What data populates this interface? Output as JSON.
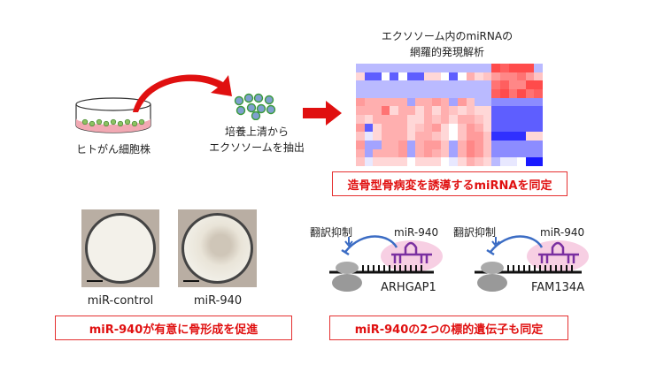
{
  "step1": {
    "label": "ヒトがん細胞株"
  },
  "step2": {
    "line1": "培養上清から",
    "line2": "エクソソームを抽出"
  },
  "step3": {
    "title_line1": "エクソソーム内のmiRNAの",
    "title_line2": "網羅的発現解析"
  },
  "result_boxes": {
    "heatmap_result": "造骨型骨病変を誘導するmiRNAを同定",
    "bone_result": "miR-940が有意に骨形成を促進",
    "target_result": "miR-940の2つの標的遺伝子も同定"
  },
  "photos": [
    {
      "label": "miR-control"
    },
    {
      "label": "miR-940"
    }
  ],
  "targets": [
    {
      "repression_label": "翻訳抑制",
      "mirna": "miR-940",
      "gene": "ARHGAP1"
    },
    {
      "repression_label": "翻訳抑制",
      "mirna": "miR-940",
      "gene": "FAM134A"
    }
  ],
  "colors": {
    "accent_red": "#e01010",
    "mirna_purple": "#7a2fa0",
    "arrow_blue": "#3b6cc4",
    "highlight_pink": "#f7cfe3"
  },
  "chart_data": {
    "type": "heatmap",
    "rows": 12,
    "cols": 22,
    "scale": [
      -1,
      1
    ],
    "values": [
      [
        -0.3,
        -0.3,
        -0.3,
        -0.3,
        -0.3,
        -0.3,
        -0.3,
        -0.3,
        -0.3,
        -0.3,
        -0.3,
        -0.3,
        -0.3,
        -0.3,
        -0.3,
        -0.3,
        0.9,
        0.8,
        0.9,
        0.9,
        0.9,
        -0.3
      ],
      [
        0.2,
        -0.7,
        -0.7,
        0,
        -0.7,
        0,
        -0.7,
        -0.7,
        0.2,
        0.2,
        0,
        -0.7,
        0,
        0.4,
        0.2,
        0.3,
        0.5,
        0.6,
        0.6,
        0.7,
        0.5,
        0.3
      ],
      [
        -0.3,
        -0.3,
        -0.3,
        -0.3,
        -0.3,
        -0.3,
        -0.3,
        -0.3,
        -0.3,
        -0.3,
        -0.3,
        -0.3,
        -0.3,
        -0.3,
        -0.3,
        -0.3,
        0.7,
        0.8,
        0.6,
        0.6,
        0.9,
        0.9
      ],
      [
        -0.3,
        -0.3,
        -0.3,
        -0.3,
        -0.3,
        -0.3,
        -0.3,
        -0.3,
        -0.3,
        -0.3,
        -0.3,
        -0.3,
        -0.3,
        -0.3,
        -0.3,
        -0.3,
        0.8,
        0.9,
        0.7,
        0.9,
        0.7,
        0.8
      ],
      [
        0.5,
        0.4,
        0.4,
        0.4,
        0.4,
        0.4,
        -0.4,
        0.4,
        0.4,
        0.5,
        0.4,
        -0.4,
        0.5,
        0.3,
        -0.3,
        -0.3,
        -0.5,
        -0.5,
        -0.5,
        -0.5,
        -0.5,
        -0.5
      ],
      [
        0.4,
        0.4,
        0.4,
        0.7,
        0.2,
        0.4,
        0.4,
        0.2,
        0.4,
        0.2,
        0.4,
        0.3,
        0.2,
        0.3,
        0.2,
        0.2,
        -0.7,
        -0.7,
        -0.7,
        -0.7,
        -0.7,
        -0.7
      ],
      [
        0.3,
        0.2,
        0.4,
        0.4,
        0.4,
        0.4,
        0.2,
        0.2,
        0.4,
        0.3,
        0.4,
        0.2,
        0.4,
        0.4,
        0.3,
        0.2,
        -0.7,
        -0.7,
        -0.7,
        -0.7,
        -0.7,
        -0.7
      ],
      [
        0.5,
        -0.7,
        0.2,
        0.4,
        0.4,
        0.4,
        0.2,
        0.3,
        0.4,
        0.5,
        0.2,
        0,
        0.3,
        0.5,
        0.4,
        0.2,
        -0.7,
        -0.7,
        -0.7,
        -0.7,
        -0.7,
        -0.7
      ],
      [
        0.3,
        -0.1,
        0.2,
        0.4,
        0.4,
        0.4,
        0.2,
        0.4,
        0.4,
        0.3,
        0.2,
        0,
        0.3,
        0.5,
        0.5,
        0.3,
        -0.9,
        -0.9,
        -0.9,
        -0.9,
        0.2,
        0.2
      ],
      [
        0.5,
        -0.4,
        -0.4,
        0.4,
        0.4,
        0.5,
        -0.4,
        0.4,
        0.5,
        0.5,
        0.3,
        -0.4,
        0.4,
        0.6,
        0.5,
        0.3,
        -0.5,
        -0.5,
        -0.5,
        -0.5,
        -0.5,
        -0.5
      ],
      [
        0.4,
        -0.4,
        0.4,
        0.4,
        0.4,
        0.5,
        -0.4,
        0.4,
        0.5,
        0.4,
        0.3,
        -0.4,
        0.4,
        0.6,
        0.5,
        0.3,
        -0.5,
        -0.5,
        -0.5,
        -0.5,
        -0.5,
        -0.5
      ],
      [
        0.3,
        -0.1,
        0.2,
        0.2,
        0.2,
        0.2,
        0,
        0.2,
        0.2,
        0.2,
        0,
        -0.1,
        0.2,
        0.4,
        0.3,
        0.2,
        -0.3,
        -0.1,
        -0.1,
        0,
        -1,
        -1
      ]
    ]
  }
}
